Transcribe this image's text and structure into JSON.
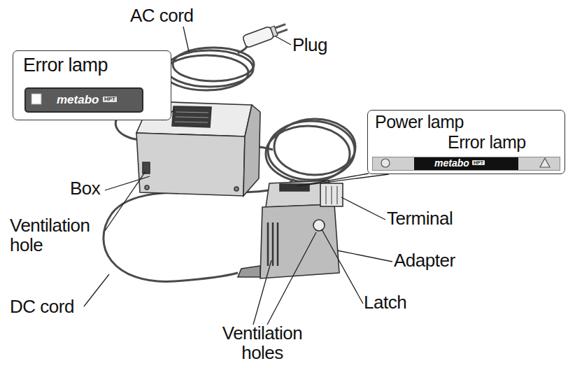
{
  "diagram": {
    "nodes": [
      {
        "text": [
          "Error lamp"
        ]
      },
      {
        "text": [
          "metabo",
          "HPT"
        ],
        "in": 0
      },
      {
        "text": [
          "Power lamp",
          "Error lamp"
        ]
      },
      {
        "text": [
          "metabo",
          "HPT"
        ],
        "in": 2
      }
    ],
    "labels": [
      "AC cord",
      "Plug",
      "Box",
      "Ventilation hole",
      "DC cord",
      "Ventilation holes",
      "Latch",
      "Adapter",
      "Terminal"
    ]
  }
}
